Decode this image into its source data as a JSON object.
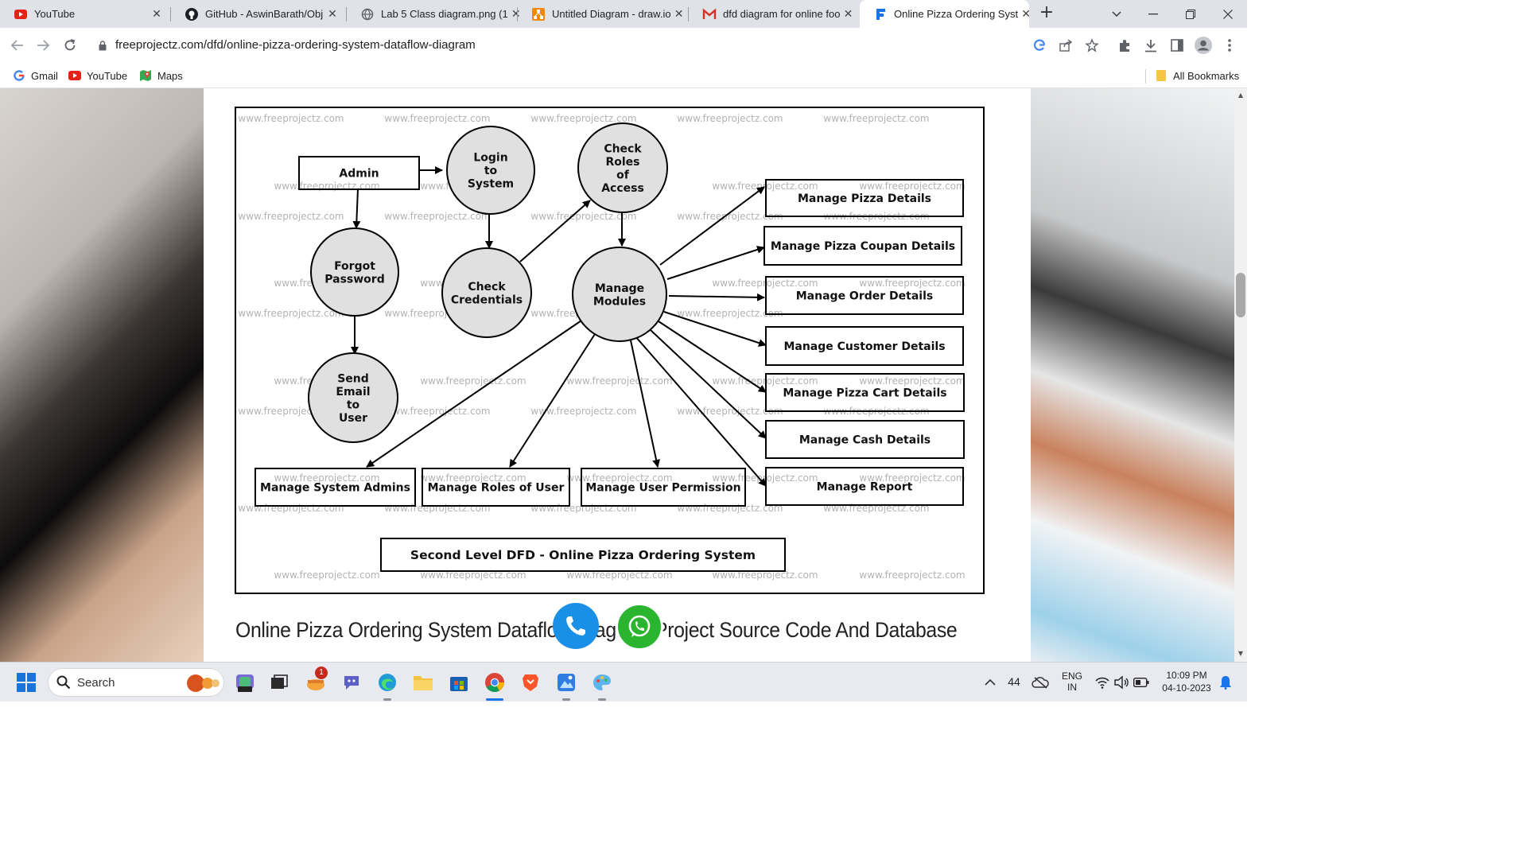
{
  "browser": {
    "tabs": [
      {
        "title": "YouTube",
        "icon": "youtube-icon"
      },
      {
        "title": "GitHub - AswinBarath/Obj",
        "icon": "github-icon"
      },
      {
        "title": "Lab 5 Class diagram.png (1",
        "icon": "globe-icon"
      },
      {
        "title": "Untitled Diagram - draw.io",
        "icon": "drawio-icon"
      },
      {
        "title": "dfd diagram for online foo",
        "icon": "gmail-icon"
      },
      {
        "title": "Online Pizza Ordering Syst",
        "icon": "freeprojectz-icon",
        "active": true
      }
    ],
    "new_tab": "+",
    "url": "freeprojectz.com/dfd/online-pizza-ordering-system-dataflow-diagram",
    "bookmarks": [
      {
        "label": "Gmail",
        "icon": "google-icon"
      },
      {
        "label": "YouTube",
        "icon": "youtube-icon"
      },
      {
        "label": "Maps",
        "icon": "maps-icon"
      }
    ],
    "all_bookmarks": "All Bookmarks"
  },
  "diagram": {
    "watermark": "www.freeprojectz.com",
    "processes": {
      "login": [
        "Login",
        "to",
        "System"
      ],
      "check_roles": [
        "Check",
        "Roles",
        "of",
        "Access"
      ],
      "forgot_password": [
        "Forgot",
        "Password"
      ],
      "check_credentials": [
        "Check",
        "Credentials"
      ],
      "manage_modules": [
        "Manage",
        "Modules"
      ],
      "send_email": [
        "Send",
        "Email",
        "to",
        "User"
      ]
    },
    "entities": {
      "admin": "Admin",
      "pizza_details": "Manage Pizza Details",
      "pizza_coupan": "Manage Pizza Coupan Details",
      "order_details": "Manage Order Details",
      "customer_details": "Manage Customer Details",
      "pizza_cart": "Manage Pizza Cart Details",
      "cash_details": "Manage Cash Details",
      "report": "Manage Report",
      "system_admins": "Manage System Admins",
      "roles_of_user": "Manage Roles of User",
      "user_permission": "Manage User Permission"
    },
    "title": "Second Level DFD - Online Pizza Ordering System"
  },
  "page": {
    "caption": "Online Pizza Ordering System Dataflow Diagram Project Source Code And Database"
  },
  "taskbar": {
    "search_placeholder": "Search",
    "notification_badge": "1",
    "weather": "44",
    "language": "ENG",
    "region": "IN",
    "time": "10:09 PM",
    "date": "04-10-2023"
  },
  "colors": {
    "tab_strip": "#dfe3e8",
    "process_fill": "#e0e0e0",
    "phone_button": "#1a8fe8",
    "whatsapp_button": "#2bb52e"
  }
}
